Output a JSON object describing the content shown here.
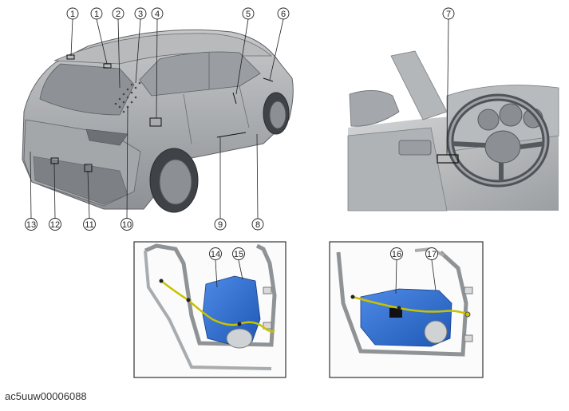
{
  "callouts": {
    "c1": "1",
    "c2": "2",
    "c3": "3",
    "c4": "4",
    "c5": "5",
    "c6": "6",
    "c7": "7",
    "c8": "8",
    "c9": "9",
    "c10": "10",
    "c11": "11",
    "c12": "12",
    "c13": "13",
    "c14": "14",
    "c15": "15",
    "c16": "16",
    "c17": "17"
  },
  "figure_code": "ac5uuw00006088",
  "colors": {
    "body": "#a9acaf",
    "body_dark": "#7d8185",
    "foil": "#2f6fd1",
    "harness": "#c9c200",
    "frame": "#333333"
  }
}
